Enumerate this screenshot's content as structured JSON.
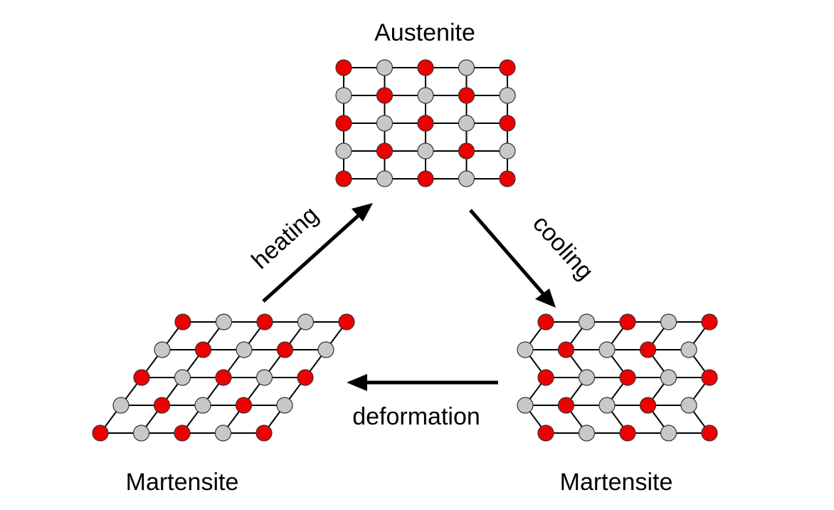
{
  "labels": {
    "top": "Austenite",
    "bottom_left": "Martensite",
    "bottom_right": "Martensite",
    "heating": "heating",
    "cooling": "cooling",
    "deformation": "deformation"
  },
  "colors": {
    "red_atom": "#ee0000",
    "gray_atom": "#c8c8c8",
    "bond": "#000000",
    "arrow": "#000000"
  },
  "lattices": {
    "austenite": {
      "rows": 5,
      "cols": 5,
      "arrangement": "square"
    },
    "martensite_left": {
      "rows": 5,
      "cols": 5,
      "arrangement": "sheared"
    },
    "martensite_right": {
      "rows": 5,
      "cols": 5,
      "arrangement": "twinned"
    }
  }
}
